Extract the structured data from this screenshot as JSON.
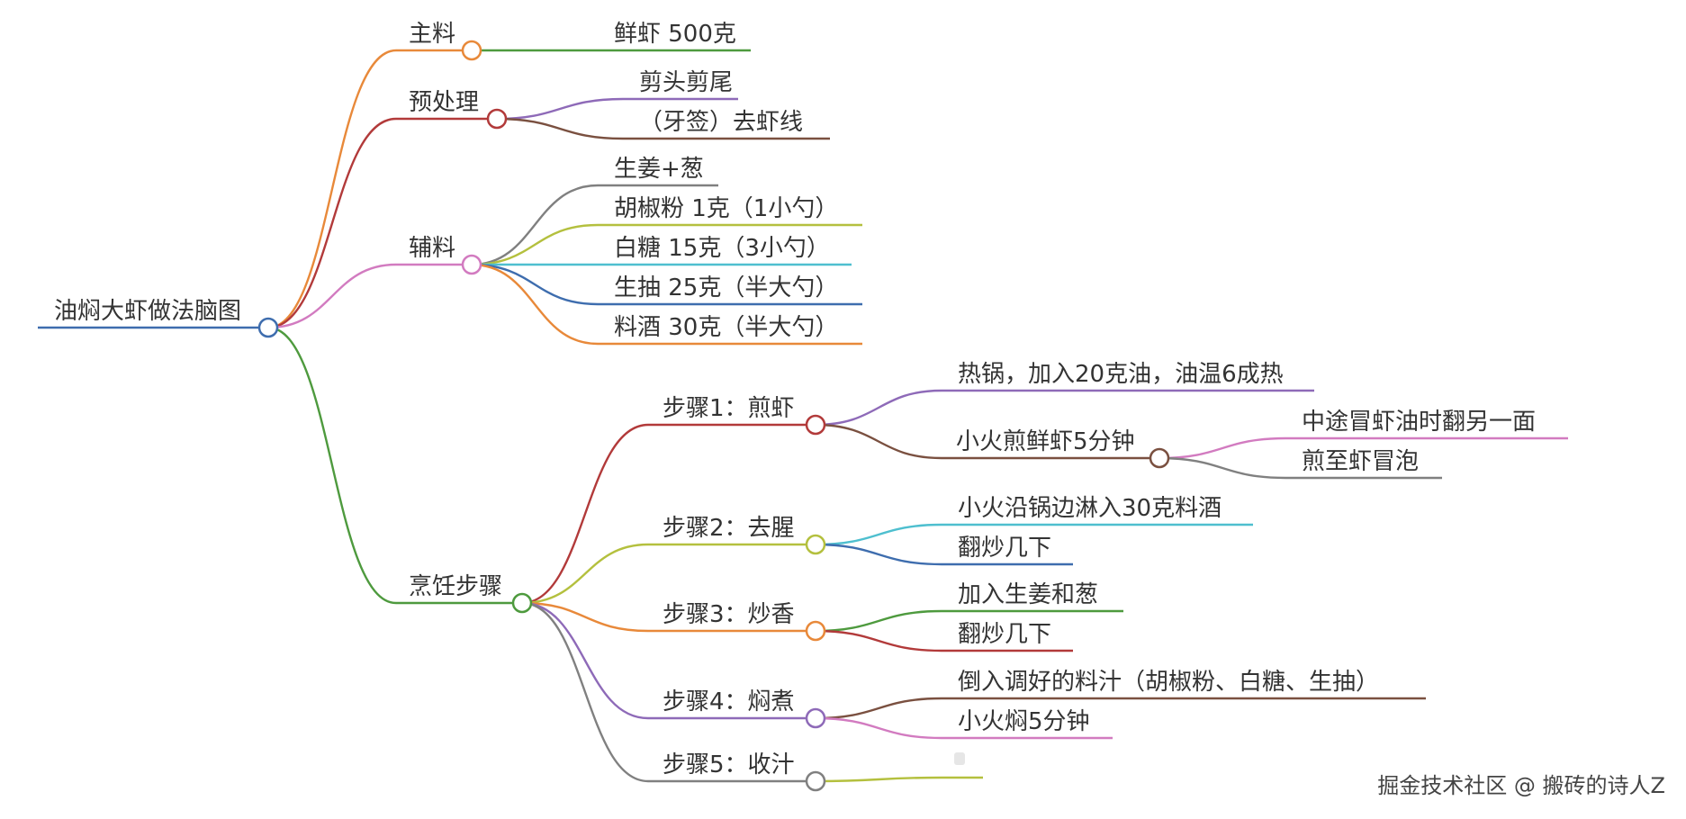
{
  "root": {
    "id": "root",
    "label": "油焖大虾做法脑图",
    "color": "#3E6DAE",
    "children": [
      {
        "id": "n-main",
        "label": "主料",
        "color": "#E8893A",
        "children": [
          {
            "id": "n-shrimp",
            "label": "鲜虾 500克",
            "color": "#4E9A3E"
          }
        ]
      },
      {
        "id": "n-prep",
        "label": "预处理",
        "color": "#B23A3A",
        "children": [
          {
            "id": "n-cut",
            "label": "剪头剪尾",
            "color": "#8E6AB8"
          },
          {
            "id": "n-vein",
            "label": "（牙签）去虾线",
            "color": "#7A5040"
          }
        ]
      },
      {
        "id": "n-aux",
        "label": "辅料",
        "color": "#D27BC0",
        "children": [
          {
            "id": "n-ginger",
            "label": "生姜+葱",
            "color": "#808080"
          },
          {
            "id": "n-pepper",
            "label": "胡椒粉 1克（1小勺）",
            "color": "#B4C03E"
          },
          {
            "id": "n-sugar",
            "label": "白糖 15克（3小勺）",
            "color": "#4EBFCF"
          },
          {
            "id": "n-soy",
            "label": "生抽 25克（半大勺）",
            "color": "#3E6DAE"
          },
          {
            "id": "n-wine",
            "label": "料酒 30克（半大勺）",
            "color": "#E8893A"
          }
        ]
      },
      {
        "id": "n-steps",
        "label": "烹饪步骤",
        "color": "#4E9A3E",
        "children": [
          {
            "id": "n-s1",
            "label": "步骤1：煎虾",
            "color": "#B23A3A",
            "children": [
              {
                "id": "n-s1a",
                "label": "热锅，加入20克油，油温6成热",
                "color": "#8E6AB8"
              },
              {
                "id": "n-s1b",
                "label": "小火煎鲜虾5分钟",
                "color": "#7A5040",
                "children": [
                  {
                    "id": "n-s1b1",
                    "label": "中途冒虾油时翻另一面",
                    "color": "#D27BC0"
                  },
                  {
                    "id": "n-s1b2",
                    "label": "煎至虾冒泡",
                    "color": "#808080"
                  }
                ]
              }
            ]
          },
          {
            "id": "n-s2",
            "label": "步骤2：去腥",
            "color": "#B4C03E",
            "children": [
              {
                "id": "n-s2a",
                "label": "小火沿锅边淋入30克料酒",
                "color": "#4EBFCF"
              },
              {
                "id": "n-s2b",
                "label": "翻炒几下",
                "color": "#3E6DAE"
              }
            ]
          },
          {
            "id": "n-s3",
            "label": "步骤3：炒香",
            "color": "#E8893A",
            "children": [
              {
                "id": "n-s3a",
                "label": "加入生姜和葱",
                "color": "#4E9A3E"
              },
              {
                "id": "n-s3b",
                "label": "翻炒几下",
                "color": "#B23A3A"
              }
            ]
          },
          {
            "id": "n-s4",
            "label": "步骤4：焖煮",
            "color": "#8E6AB8",
            "children": [
              {
                "id": "n-s4a",
                "label": "倒入调好的料汁（胡椒粉、白糖、生抽）",
                "color": "#7A5040"
              },
              {
                "id": "n-s4b",
                "label": "小火焖5分钟",
                "color": "#D27BC0"
              }
            ]
          },
          {
            "id": "n-s5",
            "label": "步骤5：收汁",
            "color": "#808080",
            "children": [
              {
                "id": "n-s5a",
                "label": "",
                "color": "#B4C03E"
              }
            ]
          }
        ]
      }
    ]
  },
  "watermark": "掘金技术社区 @ 搬砖的诗人Z"
}
